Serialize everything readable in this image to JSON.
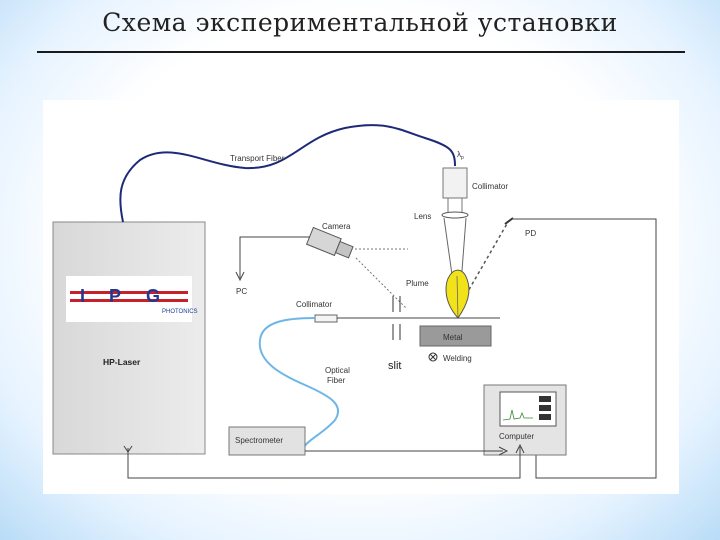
{
  "title": "Схема экспериментальной установки",
  "labels": {
    "transport_fiber": "Transport Fiber",
    "lambda": "λ",
    "lambda_sub": "p",
    "collimator_top": "Collimator",
    "lens": "Lens",
    "pd": "PD",
    "camera": "Camera",
    "pc": "PC",
    "plume": "Plume",
    "collimator_mid": "Collimator",
    "metal": "Metal",
    "welding": "Welding",
    "slit": "slit",
    "optical_fiber_1": "Optical",
    "optical_fiber_2": "Fiber",
    "hp_laser": "HP-Laser",
    "spectrometer": "Spectrometer",
    "computer": "Computer"
  },
  "logo": {
    "letters": [
      "I",
      "P",
      "G"
    ],
    "subtitle": "PHOTONICS"
  },
  "colors": {
    "transport_fiber": "#1e2a78",
    "optical_fiber": "#6fb6e8",
    "plume": "#f2e21a",
    "metal": "#9a9a9a",
    "logo_red": "#c8202a",
    "logo_blue": "#1f3a93"
  }
}
